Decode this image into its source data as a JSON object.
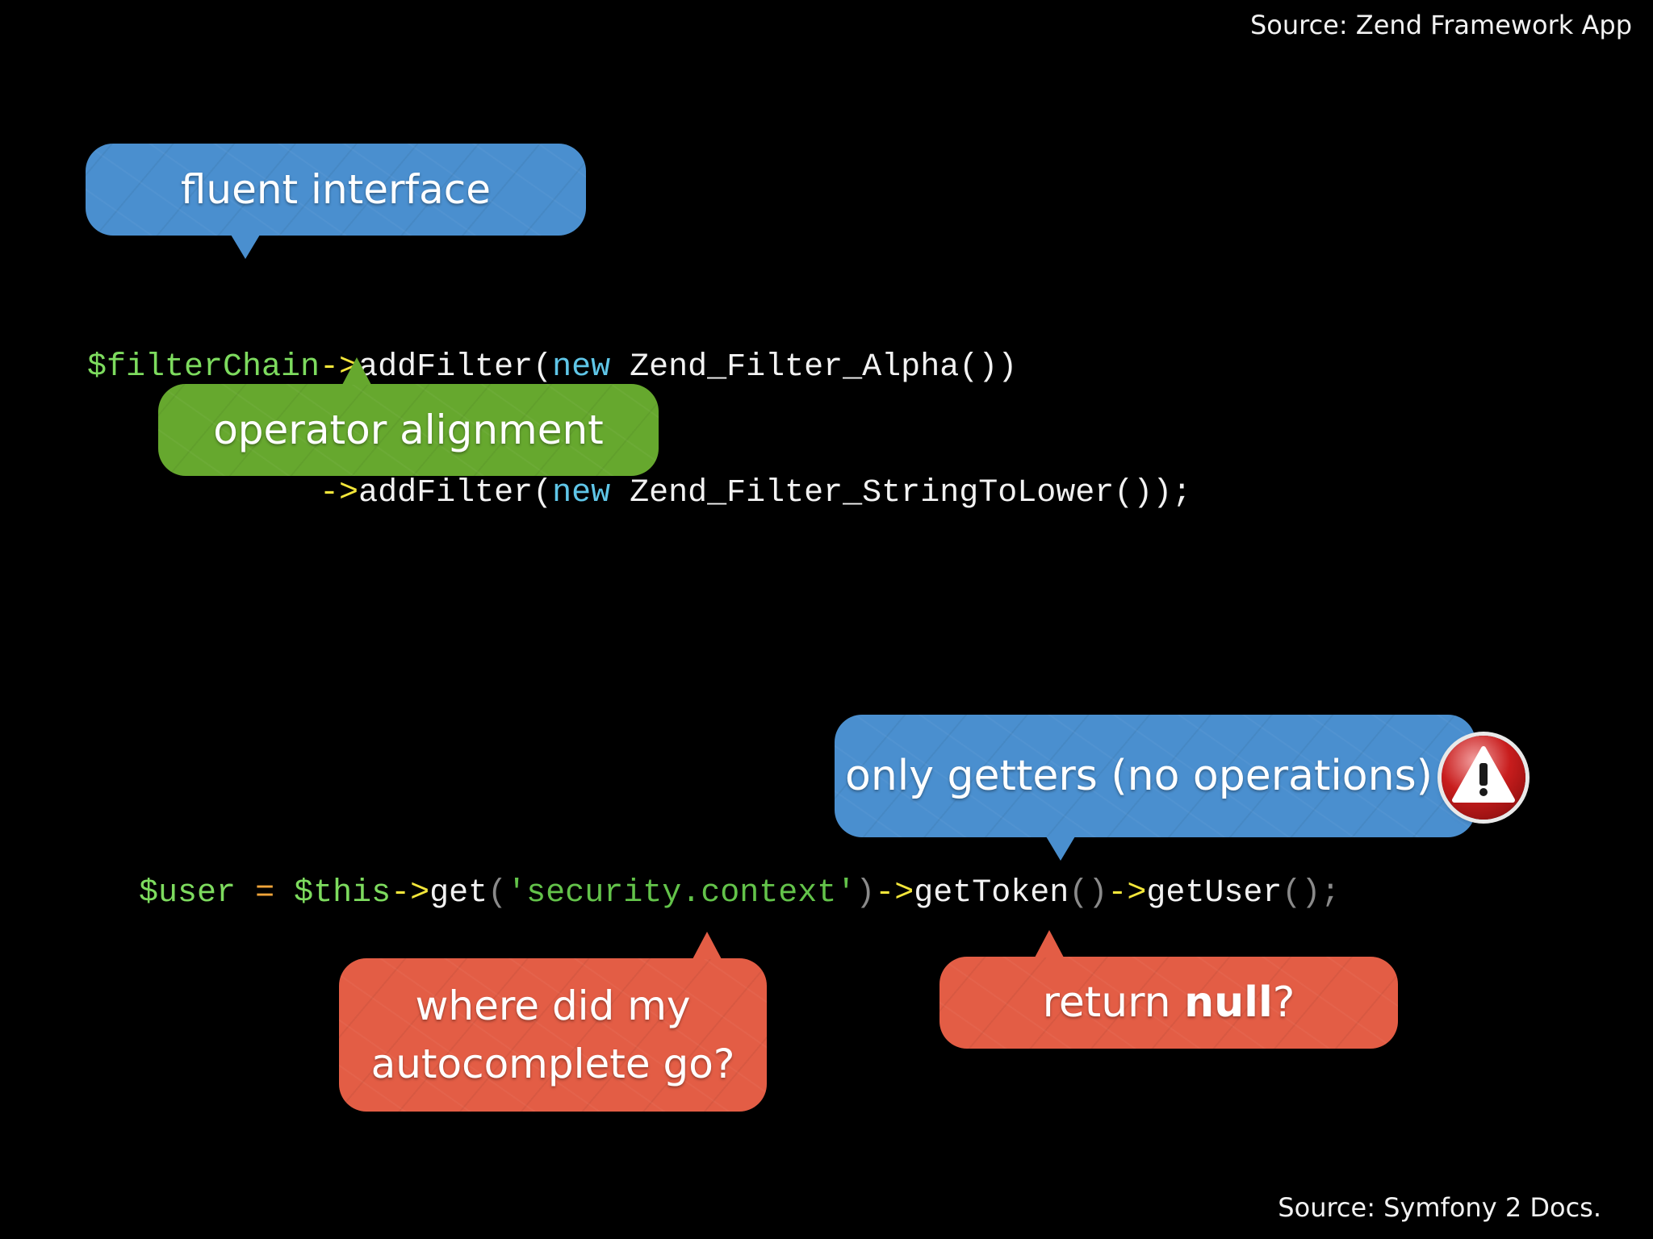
{
  "sources": {
    "top": "Source: Zend Framework App",
    "bottom": "Source: Symfony 2 Docs."
  },
  "code1": {
    "line1": {
      "var": "$filterChain",
      "op": "->",
      "method": "addFilter(",
      "kw": "new",
      "rest": " Zend_Filter_Alpha())"
    },
    "line2": {
      "indent": "            ",
      "op": "->",
      "method": "addFilter(",
      "kw": "new",
      "rest": " Zend_Filter_StringToLower());"
    }
  },
  "code2": {
    "indent": "  ",
    "user": "$user",
    "eq": "=",
    "this": "$this",
    "op1": "->",
    "get": "get",
    "paren_open": "(",
    "str": "'security.context'",
    "paren_close": ")",
    "op2": "->",
    "getToken": "getToken",
    "call1": "()",
    "op3": "->",
    "getUser": "getUser",
    "call2": "();"
  },
  "bubbles": {
    "fluent": "fluent interface",
    "alignment": "operator alignment",
    "getters": "only getters (no operations)",
    "autocomplete_line1": "where did my",
    "autocomplete_line2": "autocomplete go?",
    "return_prefix": "return ",
    "return_strong": "null",
    "return_suffix": "?"
  },
  "icons": {
    "warning": "warning-icon"
  },
  "colors": {
    "background": "#000000",
    "bubble_blue": "#4a8fcf",
    "bubble_green": "#66a82e",
    "bubble_red": "#e35d45",
    "code_variable": "#7ddb5e",
    "code_operator": "#f3e63a",
    "code_keyword": "#5fc6e8"
  }
}
